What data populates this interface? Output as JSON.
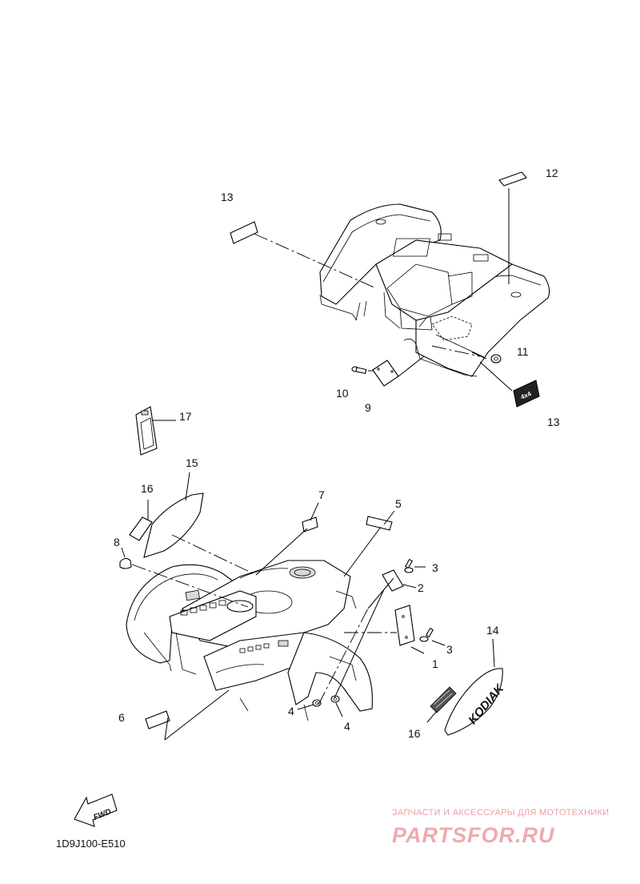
{
  "callouts": [
    {
      "id": "c12",
      "label": "12"
    },
    {
      "id": "c13a",
      "label": "13"
    },
    {
      "id": "c11",
      "label": "11"
    },
    {
      "id": "c10",
      "label": "10"
    },
    {
      "id": "c9",
      "label": "9"
    },
    {
      "id": "c13b",
      "label": "13"
    },
    {
      "id": "c17",
      "label": "17"
    },
    {
      "id": "c15",
      "label": "15"
    },
    {
      "id": "c16a",
      "label": "16"
    },
    {
      "id": "c7",
      "label": "7"
    },
    {
      "id": "c5",
      "label": "5"
    },
    {
      "id": "c8",
      "label": "8"
    },
    {
      "id": "c3a",
      "label": "3"
    },
    {
      "id": "c2",
      "label": "2"
    },
    {
      "id": "c3b",
      "label": "3"
    },
    {
      "id": "c1",
      "label": "1"
    },
    {
      "id": "c14",
      "label": "14"
    },
    {
      "id": "c6",
      "label": "6"
    },
    {
      "id": "c4a",
      "label": "4"
    },
    {
      "id": "c4b",
      "label": "4"
    },
    {
      "id": "c16b",
      "label": "16"
    }
  ],
  "fwd_label": "FWD",
  "decal_text": {
    "kodiak": "KODIAK",
    "four_by_four": "4x4"
  },
  "drawing_code": "1D9J100-E510",
  "watermark": {
    "tagline": "ЗАПЧАСТИ И АКСЕССУАРЫ ДЛЯ МОТОТЕХНИКИ",
    "brand": "PARTSFOR.RU",
    "color": "#e9a0a6"
  }
}
